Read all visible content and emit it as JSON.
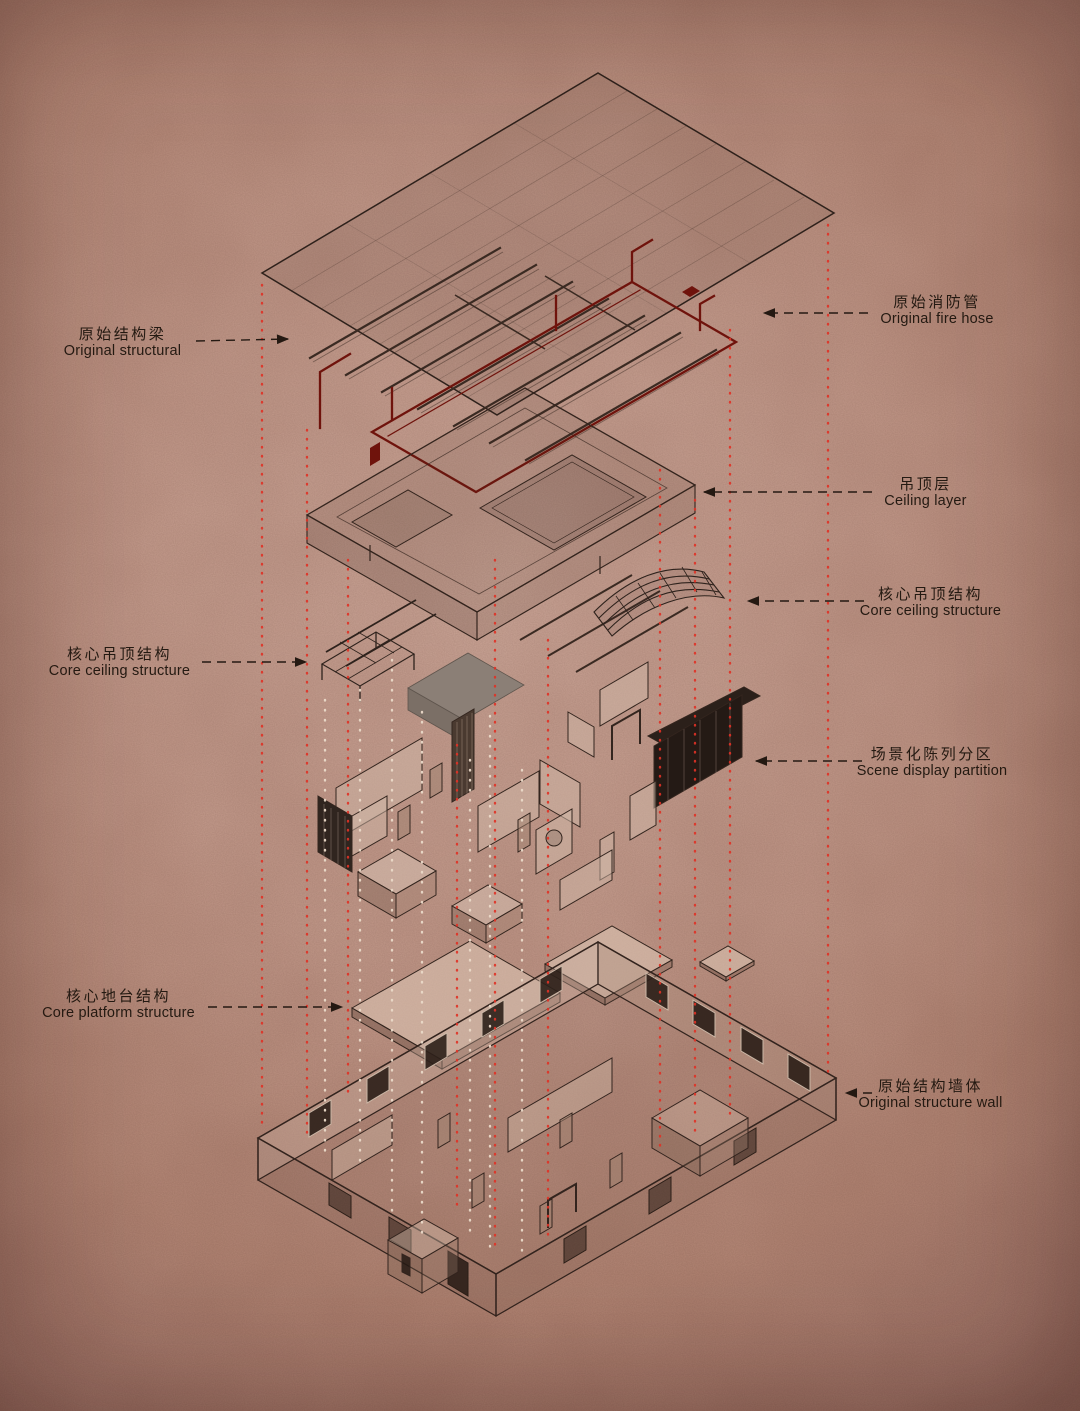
{
  "figure": {
    "type": "exploded-axonometric-architecture-diagram",
    "layers_top_to_bottom": [
      "roof-plane",
      "structural-beams-and-fire-pipes",
      "ceiling-layer",
      "core-ceiling-structures",
      "scene-display-partitions",
      "core-platforms",
      "original-structure-walls"
    ]
  },
  "colors": {
    "background": "#c49b8c",
    "line": "#2e211b",
    "pipe_red": "#7a150e",
    "dot_red": "#e03226",
    "dot_white": "#ead9c8",
    "panel_gray": "#8b7f76",
    "dark_fill": "#241a15",
    "text": "#241a12"
  },
  "labels": {
    "left": [
      {
        "id": "original-structural-beam",
        "zh": "原始结构梁",
        "en": "Original structural"
      },
      {
        "id": "core-ceiling-structure-left",
        "zh": "核心吊顶结构",
        "en": "Core ceiling structure"
      },
      {
        "id": "core-platform-structure",
        "zh": "核心地台结构",
        "en": "Core platform structure"
      }
    ],
    "right": [
      {
        "id": "original-fire-hose",
        "zh": "原始消防管",
        "en": "Original fire hose"
      },
      {
        "id": "ceiling-layer",
        "zh": "吊顶层",
        "en": "Ceiling layer"
      },
      {
        "id": "core-ceiling-structure-right",
        "zh": "核心吊顶结构",
        "en": "Core ceiling structure"
      },
      {
        "id": "scene-display-partition",
        "zh": "场景化陈列分区",
        "en": "Scene display partition"
      },
      {
        "id": "original-structure-wall",
        "zh": "原始结构墙体",
        "en": "Original structure wall"
      }
    ]
  }
}
